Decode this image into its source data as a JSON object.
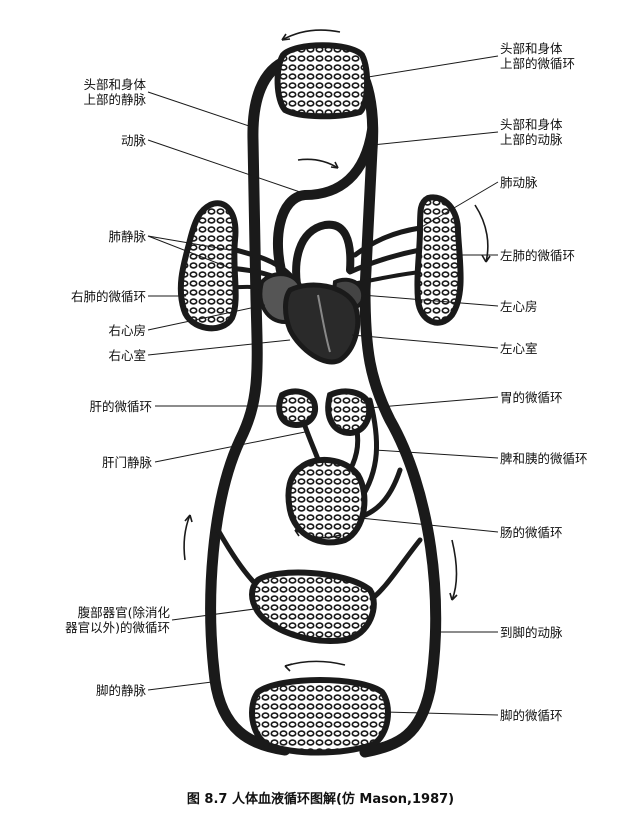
{
  "labels": {
    "head_capillaries": "头部和身体\n上部的微循环",
    "head_veins": "头部和身体\n上部的静脉",
    "head_arteries": "头部和身体\n上部的动脉",
    "artery": "动脉",
    "pulmonary_artery": "肺动脉",
    "pulmonary_veins": "肺静脉",
    "left_lung_capillaries": "左肺的微循环",
    "right_lung_capillaries": "右肺的微循环",
    "left_atrium": "左心房",
    "right_atrium": "右心房",
    "right_ventricle": "右心室",
    "left_ventricle": "左心室",
    "liver_capillaries": "肝的微循环",
    "stomach_capillaries": "胃的微循环",
    "hepatic_portal_vein": "肝门静脉",
    "spleen_pancreas_capillaries": "脾和胰的微循环",
    "intestine_capillaries": "肠的微循环",
    "abdominal_capillaries": "腹部器官(除消化\n器官以外)的微循环",
    "leg_arteries": "到脚的动脉",
    "leg_veins": "脚的静脉",
    "foot_capillaries": "脚的微循环"
  },
  "caption": "图 8.7   人体血液循环图解(仿 Mason,1987)",
  "colors": {
    "vessel": "#1a1a1a",
    "heart_fill": "#2a2a2a",
    "background": "#ffffff"
  }
}
